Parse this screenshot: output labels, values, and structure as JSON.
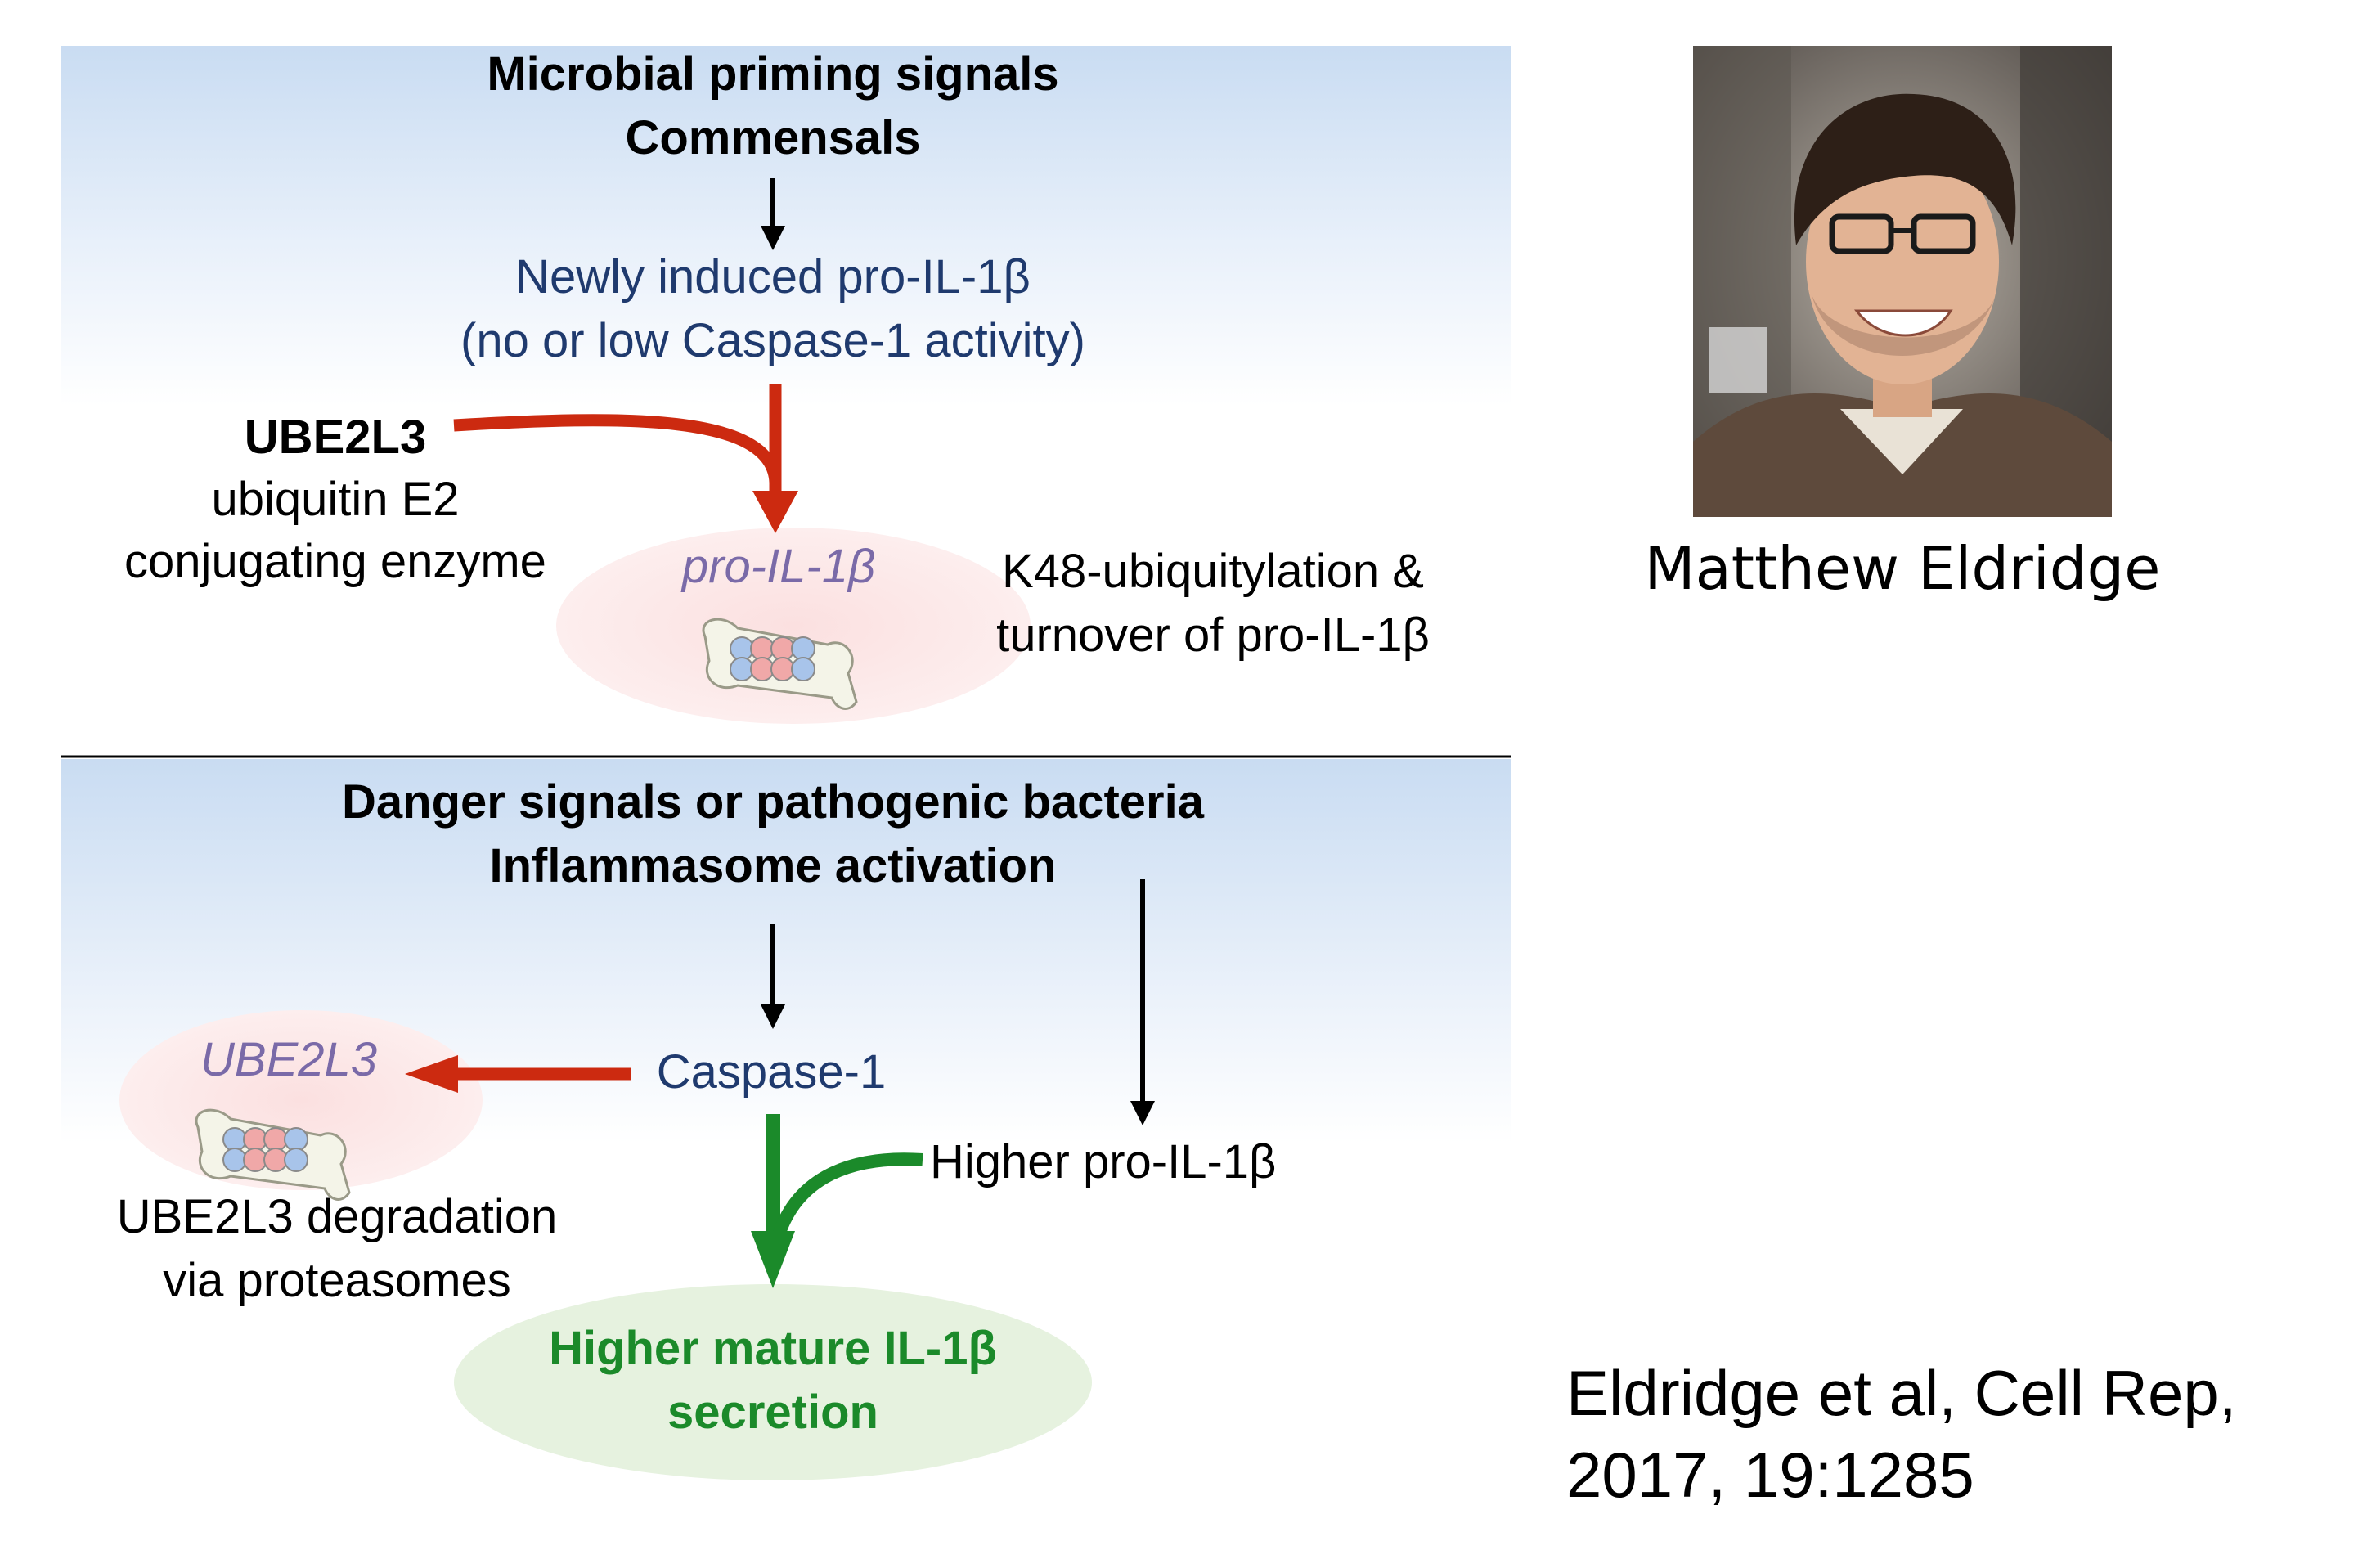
{
  "top_panel": {
    "title_line1": "Microbial priming signals",
    "title_line2": "Commensals",
    "induced_line1": "Newly induced pro-IL-1β",
    "induced_line2": "(no or low Caspase-1 activity)",
    "ube2l3_name": "UBE2L3",
    "ube2l3_desc_line1": "ubiquitin E2",
    "ube2l3_desc_line2": "conjugating enzyme",
    "pro_il1b_label": "pro-IL-1β",
    "k48_line1": "K48-ubiquitylation &",
    "k48_line2": "turnover of pro-IL-1β"
  },
  "bottom_panel": {
    "title_line1": "Danger signals or pathogenic bacteria",
    "title_line2": "Inflammasome activation",
    "caspase_label": "Caspase-1",
    "ube2l3_label": "UBE2L3",
    "degradation_line1": "UBE2L3 degradation",
    "degradation_line2": "via proteasomes",
    "higher_pro_label": "Higher pro-IL-1β",
    "mature_line1": "Higher mature IL-1β",
    "mature_line2": "secretion"
  },
  "person": {
    "name": "Matthew Eldridge"
  },
  "citation": {
    "line1": "Eldridge et al, Cell Rep,",
    "line2": "2017, 19:1285"
  },
  "colors": {
    "panel_top": "#c9dcf2",
    "navy_text": "#1f3a6e",
    "red_arrow": "#cc2a10",
    "green": "#1b8a2a",
    "faded_purple": "#7a6aa8",
    "pink_blob": "#fbe2e2",
    "green_blob": "#e6f2df"
  }
}
